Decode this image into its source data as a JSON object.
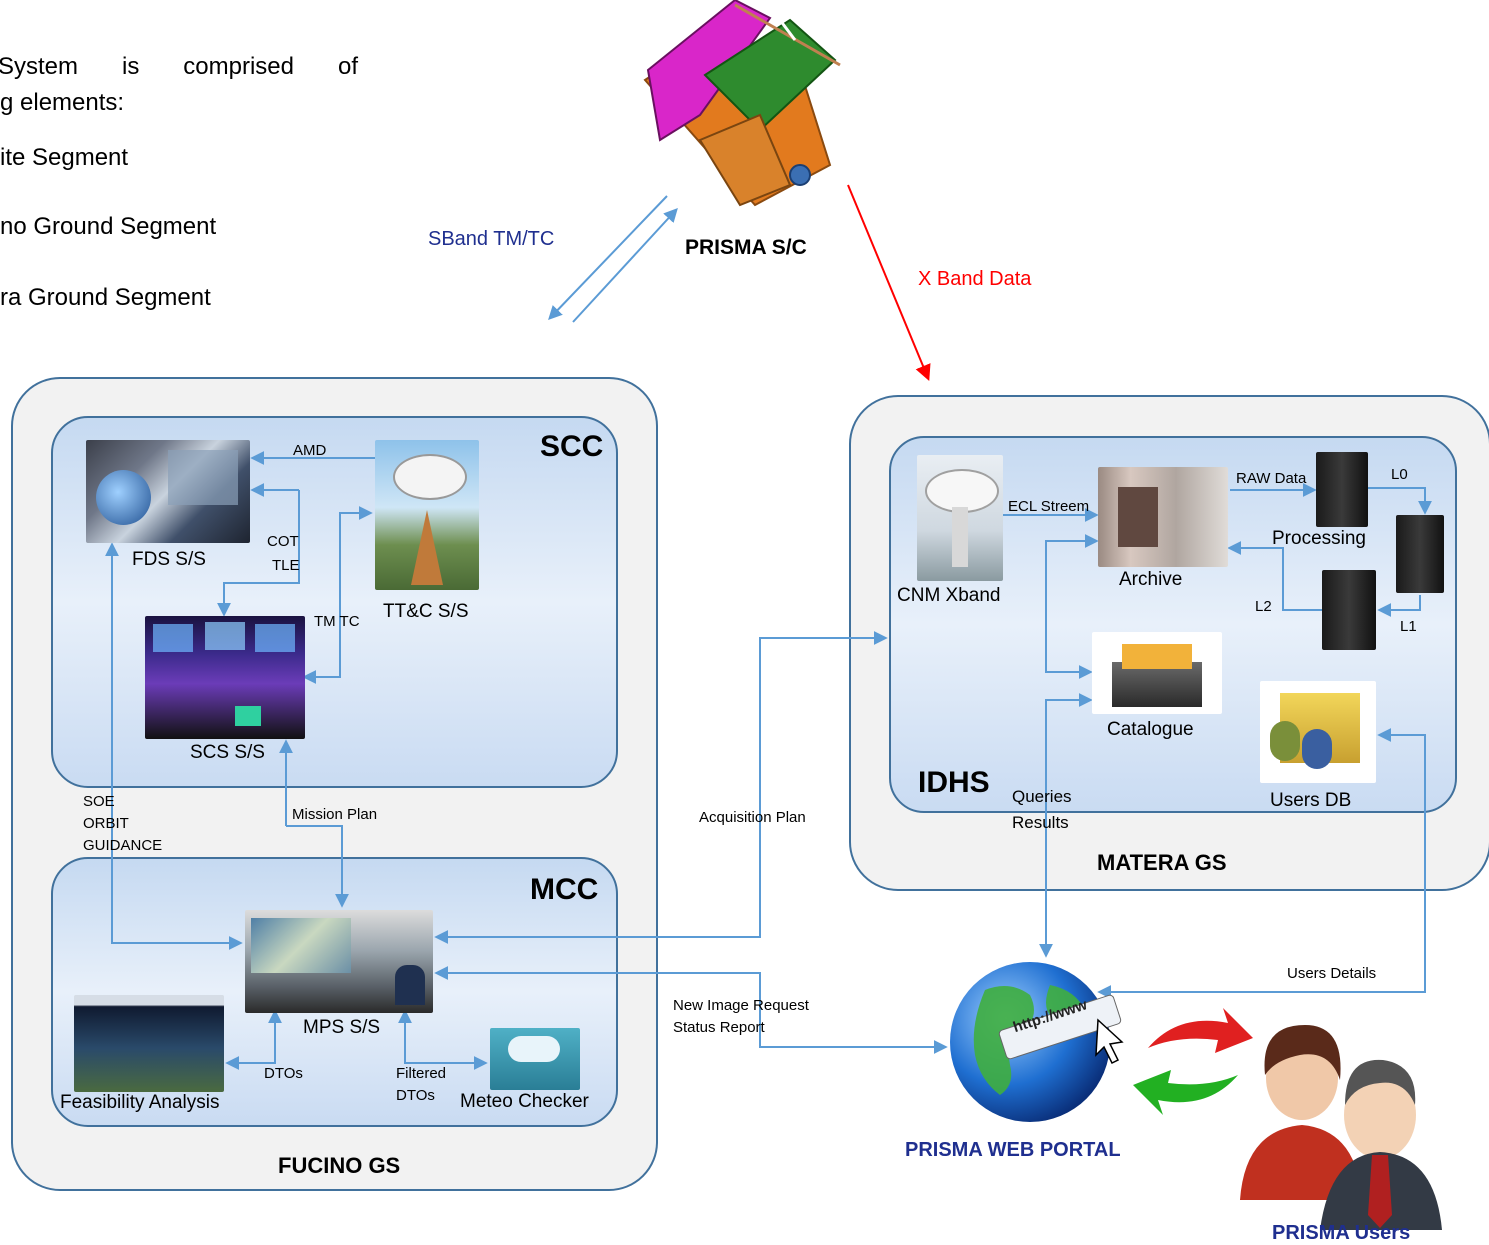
{
  "intro": {
    "line1": "System is comprised of",
    "line2": "g elements:",
    "item1": "ite Segment",
    "item2": "no Ground Segment",
    "item3": "ra Ground Segment"
  },
  "space": {
    "spacecraft_label": "PRISMA S/C",
    "sband_label": "SBand TM/TC",
    "xband_label": "X Band Data"
  },
  "fucino": {
    "title": "FUCINO GS",
    "scc": {
      "title": "SCC",
      "fds": "FDS S/S",
      "ttc": "TT&C S/S",
      "scs": "SCS S/S",
      "amd": "AMD",
      "cot": "COT",
      "tle": "TLE",
      "tmtc": "TM TC"
    },
    "soe": "SOE",
    "orbit": "ORBIT",
    "guidance": "GUIDANCE",
    "mission_plan": "Mission Plan",
    "mcc": {
      "title": "MCC",
      "mps": "MPS S/S",
      "feasibility": "Feasibility Analysis",
      "meteo": "Meteo Checker",
      "dtos": "DTOs",
      "filtered": "Filtered",
      "filtered_dtos": "DTOs"
    }
  },
  "matera": {
    "title": "MATERA GS",
    "idhs": "IDHS",
    "cnm": "CNM Xband",
    "ecl": "ECL Streem",
    "archive": "Archive",
    "raw": "RAW Data",
    "processing": "Processing",
    "l0": "L0",
    "l1": "L1",
    "l2": "L2",
    "catalogue": "Catalogue",
    "usersdb": "Users DB"
  },
  "links": {
    "acquisition_plan": "Acquisition Plan",
    "queries": "Queries",
    "results": "Results",
    "new_image_request": "New Image Request",
    "status_report": "Status Report",
    "users_details": "Users Details"
  },
  "portal": {
    "label": "PRISMA WEB PORTAL",
    "url_text": "http://www",
    "users_label": "PRISMA Users"
  },
  "colors": {
    "arrow_blue": "#5b9bd5",
    "xband_red": "#ff0000",
    "label_navy": "#1f2f8f",
    "outer_box": "#f2f2f2",
    "outer_border": "#41719c",
    "inner_fill": "#cfe0f5"
  }
}
